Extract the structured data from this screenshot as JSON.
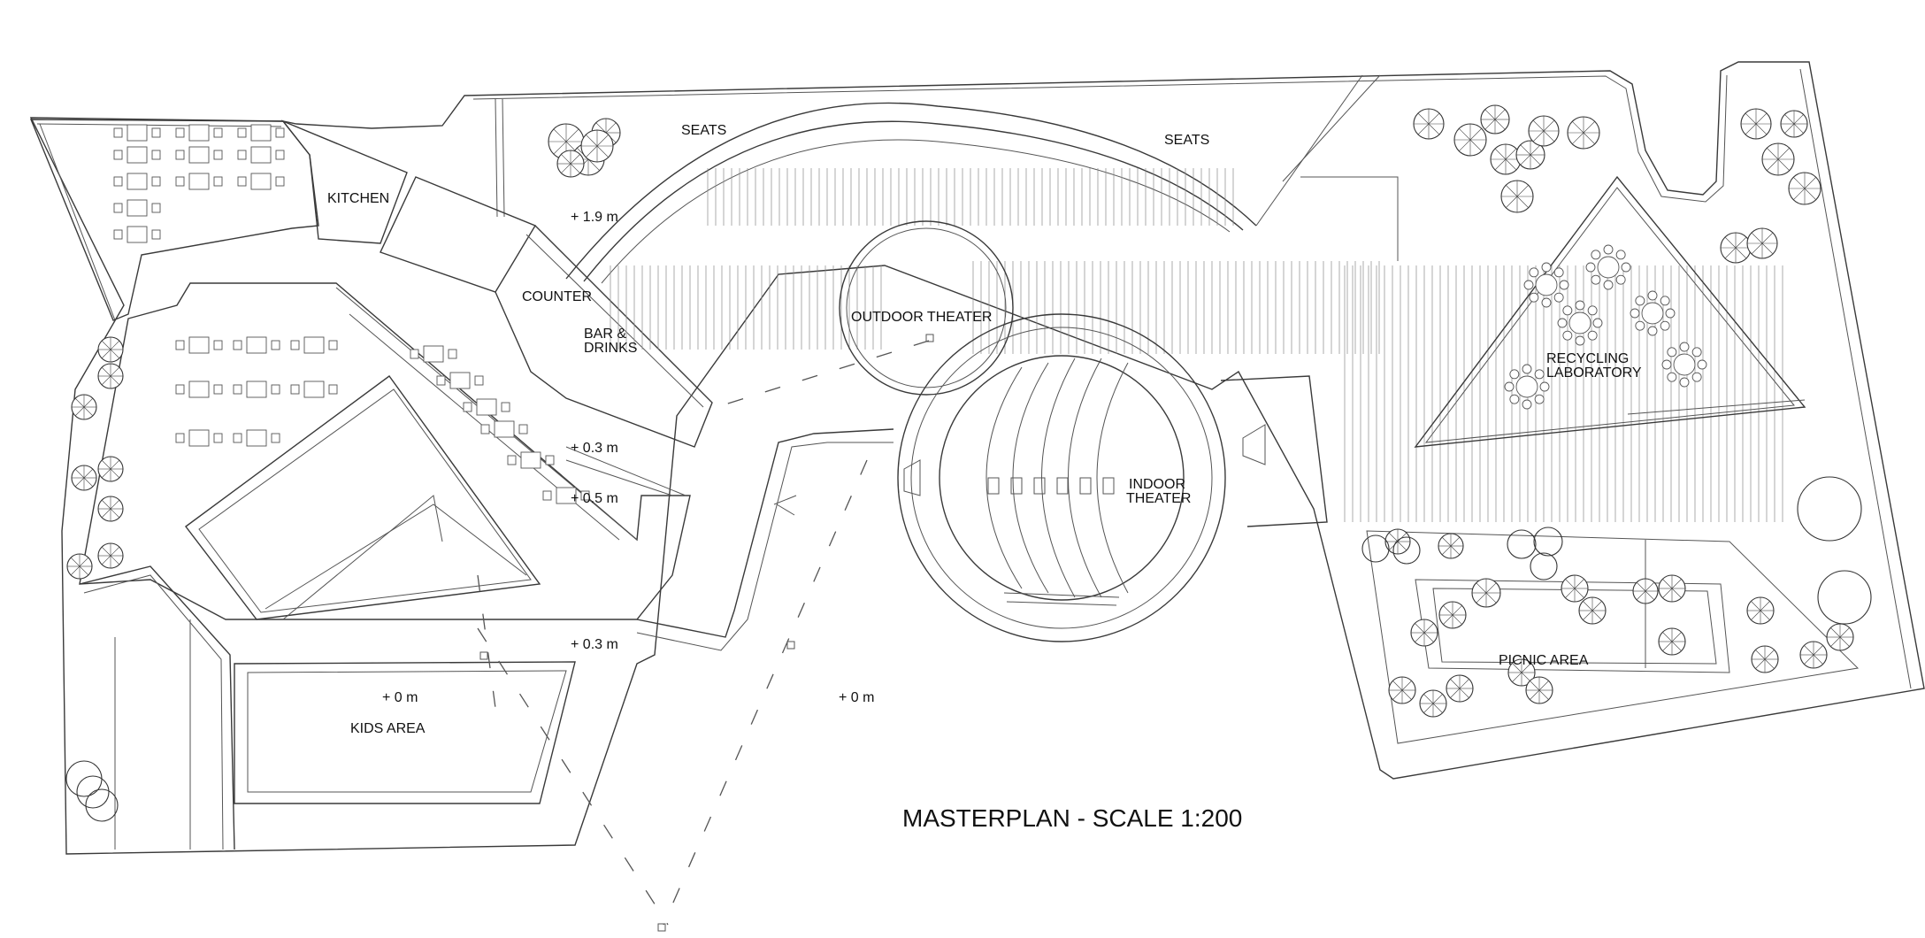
{
  "title": "MASTERPLAN - SCALE 1:200",
  "zones": {
    "kitchen": "KITCHEN",
    "counter": "COUNTER",
    "bar_drinks_line1": "BAR &",
    "bar_drinks_line2": "DRINKS",
    "seats_left": "SEATS",
    "seats_right": "SEATS",
    "outdoor_theater": "OUTDOOR THEATER",
    "indoor_theater_line1": "INDOOR",
    "indoor_theater_line2": "THEATER",
    "recycling_line1": "RECYCLING",
    "recycling_line2": "LABORATORY",
    "picnic_area": "PICNIC AREA",
    "kids_area": "KIDS AREA"
  },
  "levels": {
    "seats_level": "+ 1.9 m",
    "terrace_upper": "+ 0.3 m",
    "terrace_mid": "+ 0.5 m",
    "terrace_lower": "+ 0.3 m",
    "kids_level": "+ 0 m",
    "plaza_level": "+ 0 m"
  },
  "colors": {
    "line": "#3a3a3a",
    "background": "#ffffff"
  }
}
